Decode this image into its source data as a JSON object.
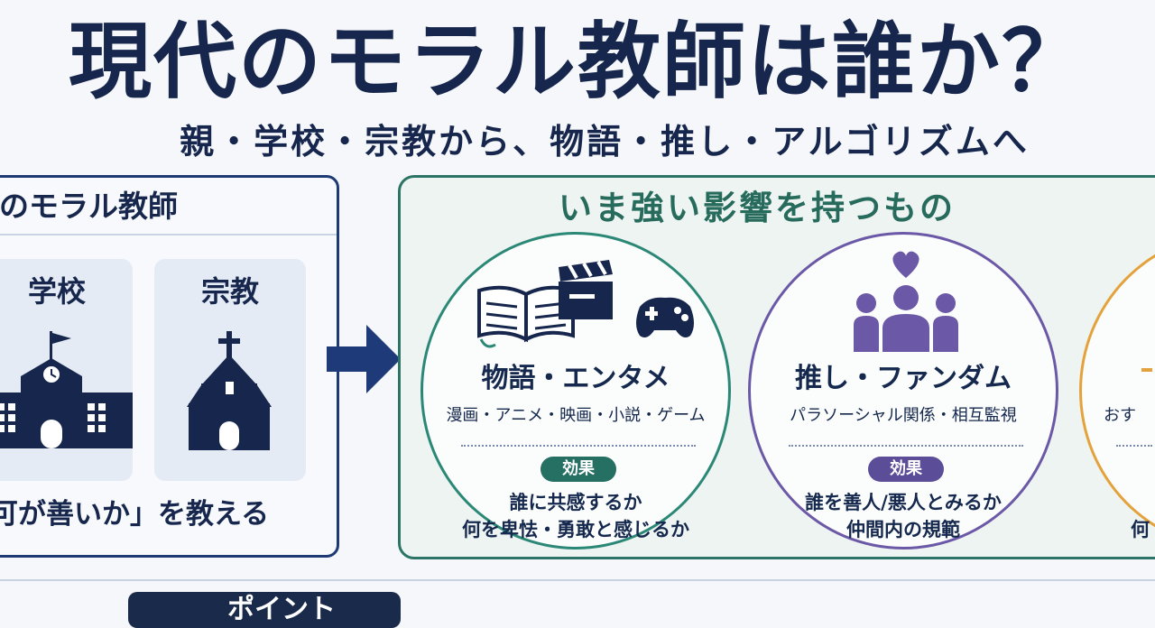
{
  "header": {
    "title": "現代のモラル教師は誰か？",
    "subtitle": "親・学校・宗教から、物語・推し・アルゴリズムへ"
  },
  "left_panel": {
    "title": "のモラル教師",
    "cards": [
      {
        "label": "学校",
        "icon": "school-icon"
      },
      {
        "label": "宗教",
        "icon": "church-icon"
      }
    ],
    "footer": "可が善いか」を教える"
  },
  "right_panel": {
    "title": "いま強い影響を持つもの",
    "circles": [
      {
        "name": "物語・エンタメ",
        "desc": "漫画・アニメ・映画・小説・ゲーム",
        "badge": "効果",
        "effects": [
          "誰に共感するか",
          "何を卑怯・勇敢と感じるか"
        ],
        "icons": [
          "book-icon",
          "clapperboard-icon",
          "gamepad-icon"
        ],
        "color": "#2b8876"
      },
      {
        "name": "推し・ファンダム",
        "desc": "パラソーシャル関係・相互監視",
        "badge": "効果",
        "effects": [
          "誰を善人/悪人とみるか",
          "仲間内の規範"
        ],
        "icons": [
          "heart-community-icon"
        ],
        "color": "#6b58a6"
      },
      {
        "desc": "おす",
        "effect": "何",
        "color": "#e3a23b"
      }
    ]
  },
  "bottom": {
    "badge": "ポイント"
  },
  "colors": {
    "navy": "#16264c",
    "teal": "#2b7466",
    "purple": "#6b58a6",
    "orange": "#e3a23b"
  }
}
